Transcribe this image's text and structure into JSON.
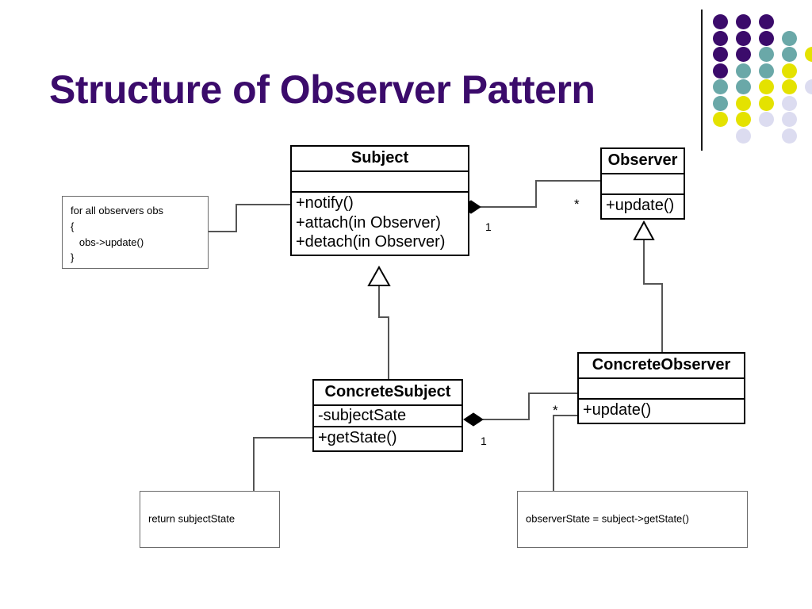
{
  "slide": {
    "title": "Structure of Observer Pattern",
    "title_color": "#3b0b6b",
    "background": "#ffffff"
  },
  "logo": {
    "name": "decorative-dot-grid",
    "colors": {
      "purple": "#3b0b6b",
      "teal": "#6aa8a8",
      "yellow": "#e4e200",
      "lavender": "#dcdcf0"
    },
    "rows": [
      [
        "purple",
        "purple",
        "purple",
        null,
        null
      ],
      [
        "purple",
        "purple",
        "purple",
        "teal",
        null
      ],
      [
        "purple",
        "purple",
        "teal",
        "teal",
        "yellow"
      ],
      [
        "purple",
        "teal",
        "teal",
        "yellow",
        null
      ],
      [
        "teal",
        "teal",
        "yellow",
        "yellow",
        "lavender"
      ],
      [
        "teal",
        "yellow",
        "yellow",
        "lavender",
        null
      ],
      [
        "yellow",
        "yellow",
        "lavender",
        "lavender",
        null
      ],
      [
        null,
        "lavender",
        null,
        "lavender",
        null
      ]
    ]
  },
  "classes": {
    "subject": {
      "name": "Subject",
      "attributes": [],
      "operations": [
        "+notify()",
        "+attach(in Observer)",
        "+detach(in Observer)"
      ]
    },
    "observer": {
      "name": "Observer",
      "attributes": [],
      "operations": [
        "+update()"
      ]
    },
    "concrete_subject": {
      "name": "ConcreteSubject",
      "attributes": [
        "-subjectSate"
      ],
      "operations": [
        "+getState()"
      ]
    },
    "concrete_observer": {
      "name": "ConcreteObserver",
      "attributes": [],
      "operations": [
        "+update()"
      ]
    }
  },
  "notes": {
    "notify_body": "for all observers obs\n{\n   obs->update()\n}",
    "get_state_body": "return subjectState",
    "update_body": "observerState = subject->getState()"
  },
  "associations": [
    {
      "name": "subject-observes-observer",
      "source": "Subject",
      "target": "Observer",
      "source_multiplicity": "1",
      "target_multiplicity": "*",
      "source_end": "composition-diamond"
    },
    {
      "name": "concretesubject-observes-concreteobserver",
      "source": "ConcreteSubject",
      "target": "ConcreteObserver",
      "source_multiplicity": "1",
      "target_multiplicity": "*",
      "source_end": "composition-diamond"
    }
  ],
  "generalizations": [
    {
      "name": "concretesubject-inherits-subject",
      "subclass": "ConcreteSubject",
      "superclass": "Subject"
    },
    {
      "name": "concreteobserver-inherits-observer",
      "subclass": "ConcreteObserver",
      "superclass": "Observer"
    }
  ],
  "multiplicity_labels": {
    "subject_one": "1",
    "observer_star": "*",
    "concrete_subject_one": "1",
    "concrete_observer_star": "*"
  }
}
